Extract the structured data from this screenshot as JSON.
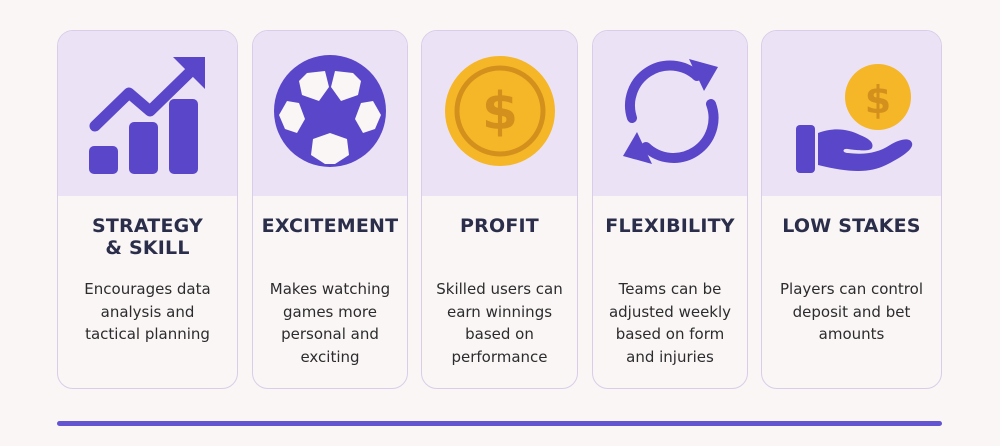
{
  "colors": {
    "background": "#faf6f5",
    "card_top": "#ebe2f6",
    "card_border": "#d9cdea",
    "icon_purple": "#5a46c8",
    "coin_gold": "#f5b728",
    "coin_dark": "#d4901c",
    "title": "#2b2e4a",
    "body": "#2c2c2e",
    "rule": "#6355d2"
  },
  "cards": [
    {
      "icon": "growth-chart-icon",
      "title": "STRATEGY & SKILL",
      "title_lines": [
        "STRATEGY",
        "& SKILL"
      ],
      "body_lines": [
        "Encourages data",
        "analysis and",
        "tactical planning"
      ]
    },
    {
      "icon": "soccer-ball-icon",
      "title": "EXCITEMENT",
      "title_lines": [
        "EXCITEMENT"
      ],
      "body_lines": [
        "Makes watching",
        "games more",
        "personal and",
        "exciting"
      ]
    },
    {
      "icon": "dollar-coin-icon",
      "title": "PROFIT",
      "title_lines": [
        "PROFIT"
      ],
      "body_lines": [
        "Skilled users can",
        "earn winnings",
        "based on",
        "performance"
      ]
    },
    {
      "icon": "refresh-arrows-icon",
      "title": "FLEXIBILITY",
      "title_lines": [
        "FLEXIBILITY"
      ],
      "body_lines": [
        "Teams can be",
        "adjusted weekly",
        "based on form",
        "and injuries"
      ]
    },
    {
      "icon": "hand-coin-icon",
      "title": "LOW STAKES",
      "title_lines": [
        "LOW STAKES"
      ],
      "body_lines": [
        "Players can control",
        "deposit and bet",
        "amounts"
      ]
    }
  ]
}
